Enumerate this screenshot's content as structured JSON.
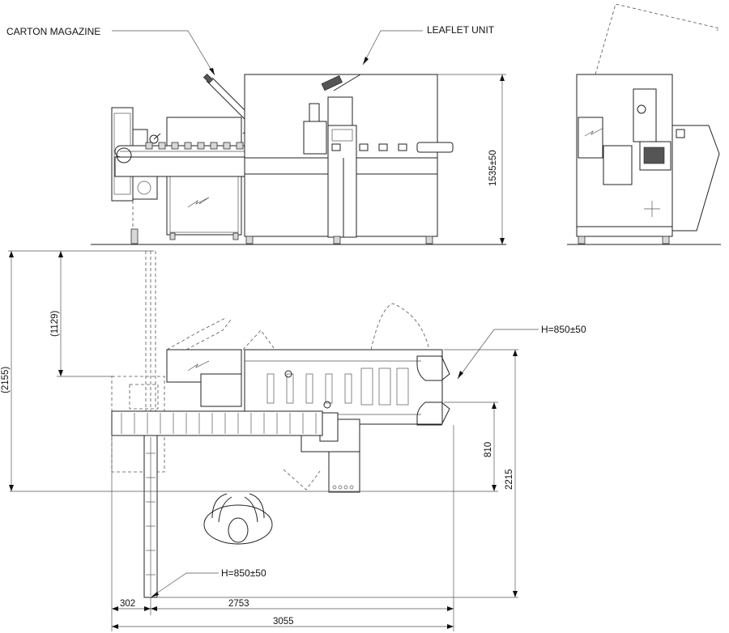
{
  "labels": {
    "carton_magazine": "CARTON MAGAZINE",
    "leaflet_unit": "LEAFLET UNIT",
    "h_top": "H=850±50",
    "h_bottom": "H=850±50"
  },
  "dimensions": {
    "height": "1535±50",
    "d1129": "(1129)",
    "d2155": "(2155)",
    "d810": "810",
    "d2215": "2215",
    "d302": "302",
    "d2753": "2753",
    "d3055": "3055"
  }
}
